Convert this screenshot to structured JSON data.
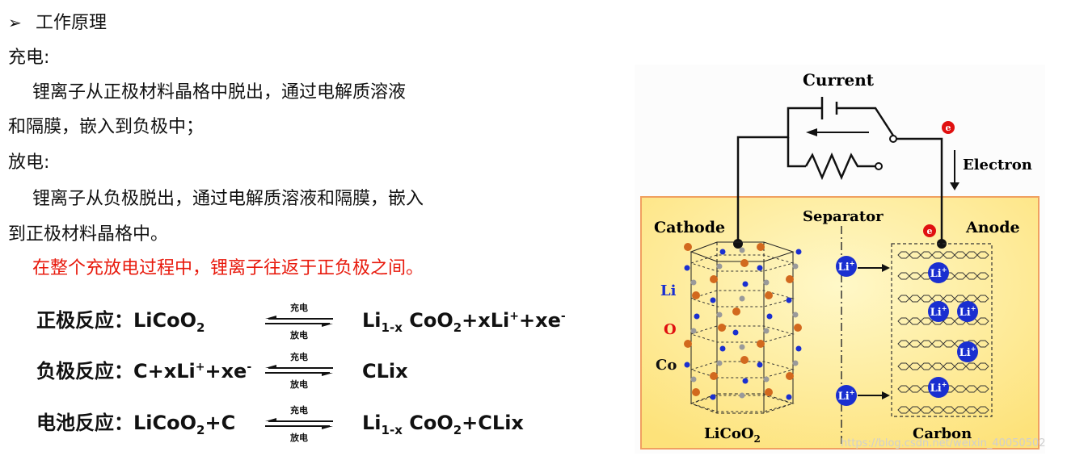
{
  "left": {
    "section_marker": "➢",
    "section_title": "工作原理",
    "charge_label": "充电:",
    "charge_line1": "锂离子从正极材料晶格中脱出，通过电解质溶液",
    "charge_line2": "和隔膜，嵌入到负极中；",
    "discharge_label": "放电:",
    "discharge_line1": "锂离子从负极脱出，通过电解质溶液和隔膜，嵌入",
    "discharge_line2": "到正极材料晶格中。",
    "highlight": "在整个充放电过程中，锂离子往返于正负极之间。"
  },
  "reactions": [
    {
      "label": "正极反应：",
      "lhs_a": "LiCoO",
      "lhs_sub": "2",
      "lhs_b": "",
      "rhs_a": "Li",
      "rhs_sub": "1-x",
      "rhs_b": " CoO",
      "rhs_sub2": "2",
      "rhs_c": "+xLi",
      "rhs_sup": "+",
      "rhs_d": "+xe",
      "rhs_sup2": "-",
      "arrow_top": "充电",
      "arrow_bottom": "放电"
    },
    {
      "label": "负极反应：",
      "lhs_a": "C+xLi",
      "lhs_sup": "+",
      "lhs_b": "+xe",
      "lhs_sup2": "-",
      "rhs_a": "CLix",
      "arrow_top": "充电",
      "arrow_bottom": "放电"
    },
    {
      "label": "电池反应：",
      "lhs_a": "LiCoO",
      "lhs_sub": "2",
      "lhs_b": "+C",
      "rhs_a": "Li",
      "rhs_sub": "1-x",
      "rhs_b": " CoO",
      "rhs_sub2": "2",
      "rhs_c": "+CLix",
      "arrow_top": "充电",
      "arrow_bottom": "放电"
    }
  ],
  "diagram": {
    "current_label": "Current",
    "electron_label": "Electron",
    "electron_symbol": "e",
    "separator_label": "Separator",
    "cathode_label": "Cathode",
    "anode_label": "Anode",
    "li_label": "Li",
    "o_label": "O",
    "co_label": "Co",
    "licoo2_label": "LiCoO",
    "licoo2_sub": "2",
    "carbon_label": "Carbon",
    "li_ion": "Li",
    "colors": {
      "panel": "#fde9a0",
      "panel_border": "#f0a060",
      "electron": "#e01010",
      "li_ion": "#1a2fd0",
      "oxygen": "#d2691e",
      "cobalt": "#9a9a9a"
    }
  },
  "watermark": "https://blog.csdn.net/weixin_40050502"
}
